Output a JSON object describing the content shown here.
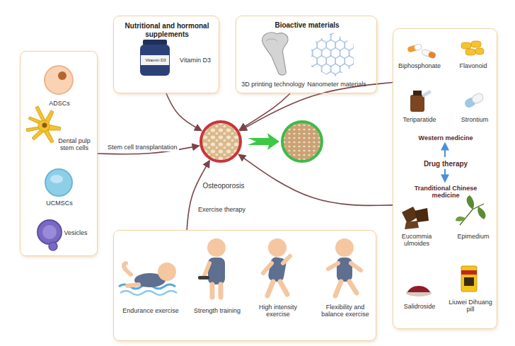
{
  "diagram": {
    "nodes": [
      {
        "text": [
          "Nutritional and hormonal supplements",
          "Vitamin D3",
          "Vitamin D3"
        ]
      },
      {
        "text": [
          "Bioactive materials",
          "3D printing technology",
          "Nanometer materials"
        ]
      },
      {
        "text": [
          "ADSCs",
          "Dental pulp stem cells",
          "UCMSCs",
          "Vesicles"
        ]
      },
      {
        "text": [
          "Osteoporosis"
        ]
      },
      {
        "text": [
          "Biphosphonate",
          "Flavonoid",
          "Teriparatide",
          "Strontium",
          "Western medicine",
          "Drug therapy",
          "Tranditional Chinese medicine",
          "Eucommia ulmoides",
          "Epimedium",
          "Salidroside",
          "Liuwei Dihuang pill"
        ]
      },
      {
        "text": [
          "Endurance exercise",
          "Strength training",
          "High intensity exercise",
          "Flexibility and balance exercise"
        ]
      }
    ],
    "edges": [
      {
        "from": 2,
        "to": 3,
        "label": "Stem cell transplantation",
        "arrow": "to"
      },
      {
        "from": 0,
        "to": 3,
        "arrow": "to"
      },
      {
        "from": 1,
        "to": 3,
        "arrow": "to"
      },
      {
        "from": 4,
        "to": 3,
        "arrow": "to"
      },
      {
        "from": 4,
        "to": 3,
        "arrow": "to"
      },
      {
        "from": 5,
        "to": 3,
        "label": "Exercise therapy",
        "arrow": "to"
      }
    ]
  }
}
